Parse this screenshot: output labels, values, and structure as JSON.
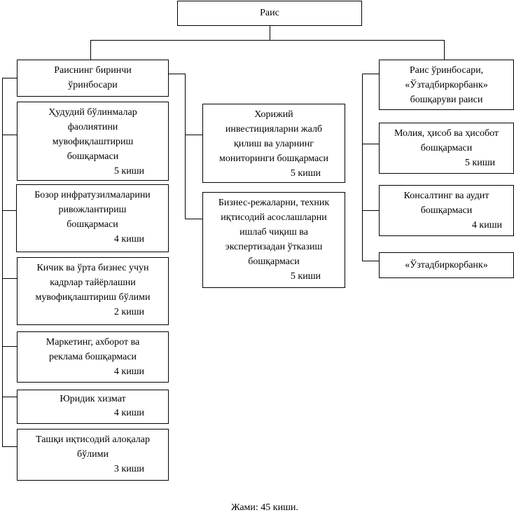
{
  "chairman": {
    "title": "Раис"
  },
  "first_deputy": {
    "title": "Раиснинг биринчи\nўринбосари"
  },
  "left_units": [
    {
      "title": "Ҳудудий бўлинмалар\nфаолиятини\nмувофиқлаштириш\nбошқармаси",
      "count": "5 киши"
    },
    {
      "title": "Бозор инфратузилмаларини\nривожлантириш\nбошқармаси",
      "count": "4 киши"
    },
    {
      "title": "Кичик ва ўрта бизнес учун\nкадрлар тайёрлашни\nмувофиқлаштириш бўлими",
      "count": "2 киши"
    },
    {
      "title": "Маркетинг, ахборот ва\nреклама бошқармаси",
      "count": "4 киши"
    },
    {
      "title": "Юридик хизмат",
      "count": "4 киши"
    },
    {
      "title": "Ташқи иқтисодий алоқалар\nбўлими",
      "count": "3 киши"
    }
  ],
  "middle_units": [
    {
      "title": "Хорижий\nинвестицияларни жалб\nқилиш ва уларнинг\nмониторинги бошқармаси",
      "count": "5 киши"
    },
    {
      "title": "Бизнес-режаларни, техник\nиқтисодий асослашларни\nишлаб чиқиш ва\nэкспертизадан ўтказиш\nбошқармаси",
      "count": "5 киши"
    }
  ],
  "second_deputy": {
    "title": "Раис ўринбосари,\n«Ўзтадбиркорбанк»\nбошқаруви  раиси"
  },
  "right_units": [
    {
      "title": "Молия, ҳисоб ва ҳисобот\nбошқармаси",
      "count": "5 киши"
    },
    {
      "title": "Консалтинг ва аудит\nбошқармаси",
      "count": "4 киши"
    },
    {
      "title": "«Ўзтадбиркорбанк»"
    }
  ],
  "footer": "Жами: 45 киши."
}
